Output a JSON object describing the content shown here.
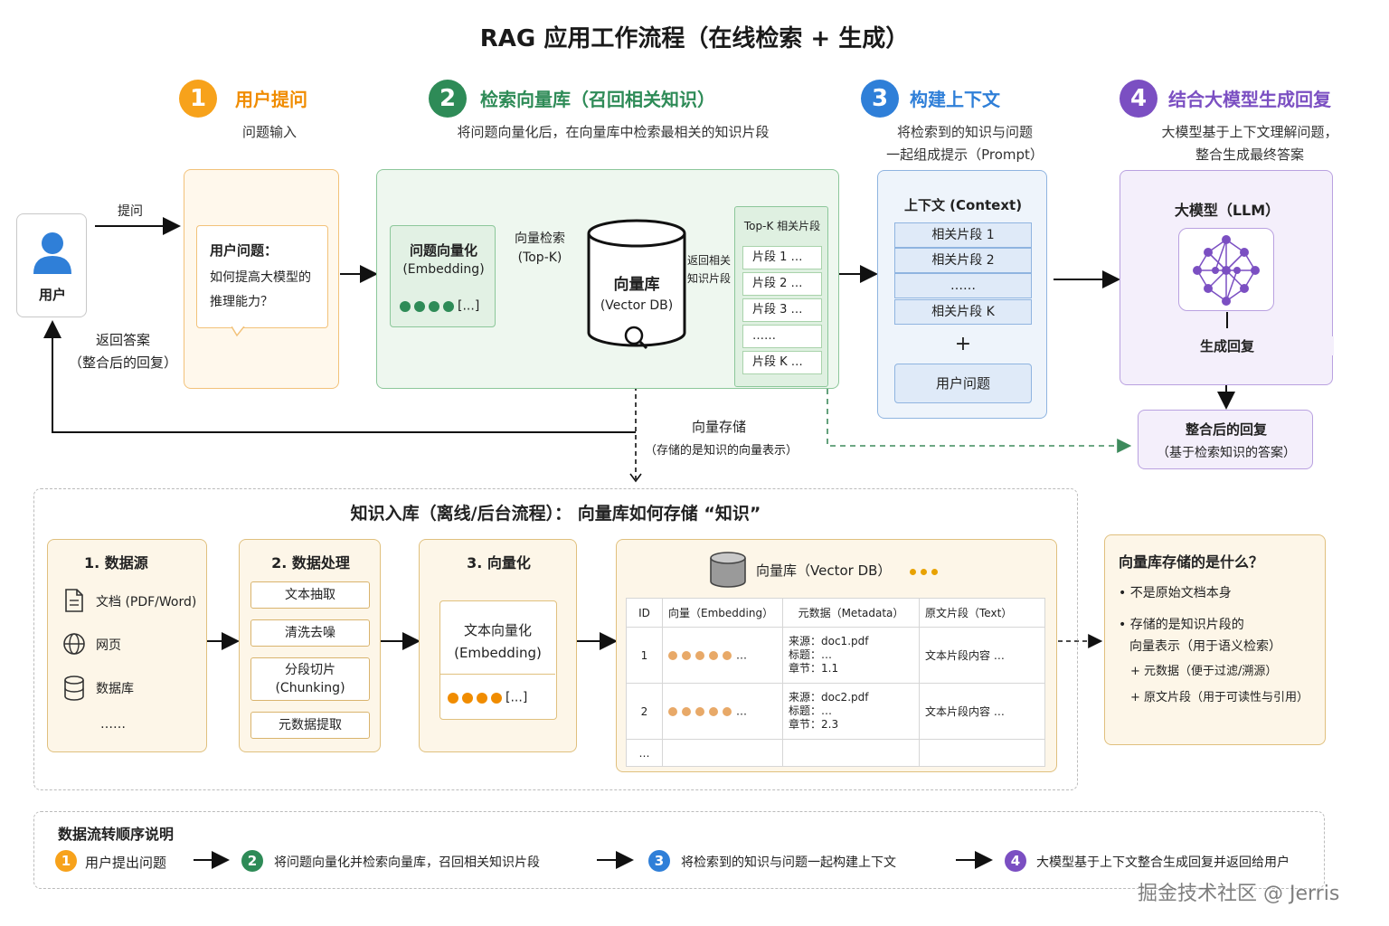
{
  "title": "RAG 应用工作流程（在线检索 + 生成）",
  "colors": {
    "orange": "#f7a21b",
    "green": "#2e8b57",
    "blue": "#2f7fd8",
    "purple": "#7b4fc2"
  },
  "steps": [
    {
      "num": "1",
      "title": "用户提问",
      "desc": [
        "问题输入"
      ]
    },
    {
      "num": "2",
      "title": "检索向量库（召回相关知识）",
      "desc": [
        "将问题向量化后，在向量库中检索最相关的知识片段"
      ]
    },
    {
      "num": "3",
      "title": "构建上下文",
      "desc": [
        "将检索到的知识与问题",
        "一起组成提示（Prompt）"
      ]
    },
    {
      "num": "4",
      "title": "结合大模型生成回复",
      "desc": [
        "大模型基于上下文理解问题，",
        "整合生成最终答案"
      ]
    }
  ],
  "user": {
    "label": "用户",
    "ask": "提问",
    "return_lines": [
      "返回答案",
      "（整合后的回复）"
    ]
  },
  "question": {
    "title": "用户问题：",
    "lines": [
      "如何提高大模型的",
      "推理能力？"
    ]
  },
  "embed": {
    "title": "问题向量化",
    "sub": "(Embedding)",
    "more": "[...]"
  },
  "search": {
    "label": "向量检索",
    "sub": "(Top-K)"
  },
  "vectordb": {
    "title": "向量库",
    "sub": "(Vector DB)"
  },
  "return_frag": [
    "返回相关",
    "知识片段"
  ],
  "topk": {
    "title": "Top-K 相关片段",
    "items": [
      "片段 1  …",
      "片段 2  …",
      "片段 3  …",
      "……",
      "片段 K  …"
    ]
  },
  "context": {
    "title": "上下文 (Context)",
    "rows": [
      "相关片段 1",
      "相关片段 2",
      "……",
      "相关片段 K"
    ],
    "plus": "+",
    "question": "用户问题"
  },
  "llm": {
    "title": "大模型（LLM）",
    "gen": "生成回复"
  },
  "final": {
    "title": "整合后的回复",
    "sub": "（基于检索知识的答案）"
  },
  "storage": {
    "label": "向量存储",
    "sub": "（存储的是知识的向量表示）"
  },
  "offline": {
    "title": "知识入库（离线/后台流程）： 向量库如何存储 “知识”",
    "source": {
      "title": "1. 数据源",
      "items": [
        "文档 (PDF/Word)",
        "网页",
        "数据库"
      ],
      "more": "……"
    },
    "process": {
      "title": "2. 数据处理",
      "items": [
        "文本抽取",
        "清洗去噪",
        "分段切片\n(Chunking)",
        "元数据提取"
      ]
    },
    "vectorize": {
      "title": "3. 向量化",
      "box_lines": [
        "文本向量化",
        "(Embedding)"
      ],
      "more": "[...]"
    },
    "db": {
      "title": "向量库（Vector DB）",
      "headers": [
        "ID",
        "向量（Embedding）",
        "元数据（Metadata）",
        "原文片段（Text）"
      ],
      "rows": [
        {
          "id": "1",
          "meta": [
            "来源：doc1.pdf",
            "标题：…",
            "章节：1.1"
          ],
          "text": "文本片段内容   …",
          "more": "…"
        },
        {
          "id": "2",
          "meta": [
            "来源：doc2.pdf",
            "标题：…",
            "章节：2.3"
          ],
          "text": "文本片段内容   …",
          "more": "…"
        }
      ],
      "ellipsis": "…"
    },
    "what": {
      "title": "向量库存储的是什么？",
      "bullets": [
        "不是原始文档本身",
        "存储的是知识片段的",
        "向量表示（用于语义检索）"
      ],
      "subs": [
        "+ 元数据（便于过滤/溯源）",
        "+ 原文片段（用于可读性与引用）"
      ]
    }
  },
  "flow": {
    "title": "数据流转顺序说明",
    "steps": [
      "用户提出问题",
      "将问题向量化并检索向量库，召回相关知识片段",
      "将检索到的知识与问题一起构建上下文",
      "大模型基于上下文整合生成回复并返回给用户"
    ]
  },
  "watermark": "掘金技术社区 @ Jerris"
}
